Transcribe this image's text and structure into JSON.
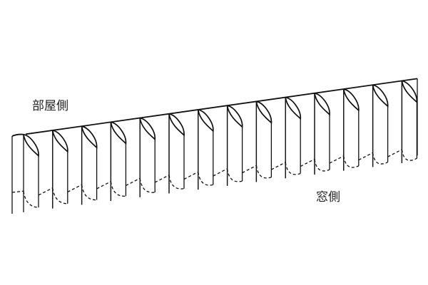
{
  "labels": {
    "room_side": "部屋側",
    "window_side": "窓側"
  },
  "diagram": {
    "pleat_count": 14,
    "line_color": "#111111"
  }
}
